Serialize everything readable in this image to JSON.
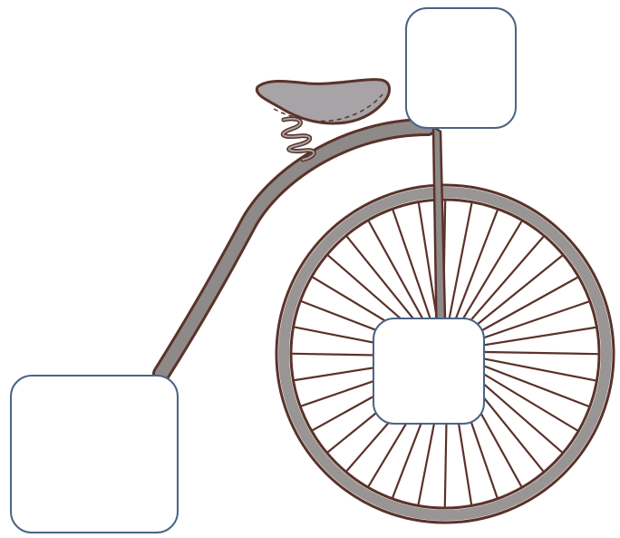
{
  "diagram": {
    "labels": [
      {
        "id": "handlebar",
        "text": ""
      },
      {
        "id": "hub",
        "text": ""
      },
      {
        "id": "rear",
        "text": ""
      }
    ],
    "colors": {
      "outline": "#5a322a",
      "frame": "#8f8a8a",
      "tire": "#9a9595",
      "saddle": "#a7a3a6",
      "box_border": "#4a6584",
      "background": "#ffffff"
    }
  }
}
